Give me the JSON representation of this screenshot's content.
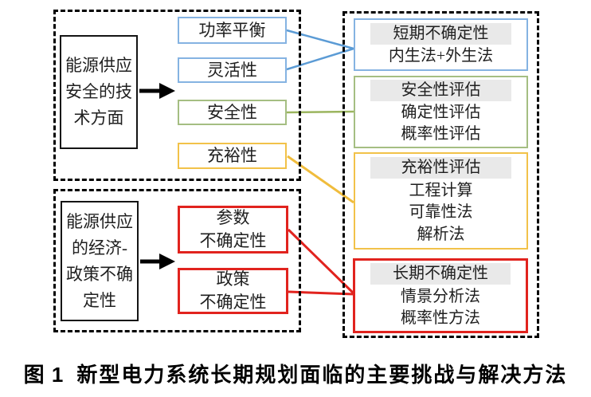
{
  "caption": {
    "label": "图 1",
    "text": "新型电力系统长期规划面临的主要挑战与解决方法"
  },
  "colors": {
    "box_blue": "#85b3e2",
    "box_green": "#a5be82",
    "box_yellow": "#f2c249",
    "box_red": "#e1231e",
    "line_blue": "#5b9bd5",
    "line_green": "#9bb55e",
    "line_yellow": "#f0bc3c",
    "line_red": "#e1231e",
    "header_highlight": "#e9e9e9",
    "frame_black": "#000000"
  },
  "left_top_group": {
    "source_box": {
      "lines": [
        "能源供应",
        "安全的技",
        "术方面"
      ]
    },
    "challenges": [
      {
        "label": "功率平衡",
        "color": "blue"
      },
      {
        "label": "灵活性",
        "color": "blue"
      },
      {
        "label": "安全性",
        "color": "green"
      },
      {
        "label": "充裕性",
        "color": "yellow"
      }
    ]
  },
  "left_bottom_group": {
    "source_box": {
      "lines": [
        "能源供应",
        "的经济-",
        "政策不确",
        "定性"
      ]
    },
    "challenges": [
      {
        "lines": [
          "参数",
          "不确定性"
        ],
        "color": "red"
      },
      {
        "lines": [
          "政策",
          "不确定性"
        ],
        "color": "red"
      }
    ]
  },
  "right_group": {
    "boxes": [
      {
        "header": "短期不确定性",
        "items": [
          "内生法+外生法"
        ],
        "color": "blue"
      },
      {
        "header": "安全性评估",
        "items": [
          "确定性评估",
          "概率性评估"
        ],
        "color": "green"
      },
      {
        "header": "充裕性评估",
        "items": [
          "工程计算",
          "可靠性法",
          "解析法"
        ],
        "color": "yellow"
      },
      {
        "header": "长期不确定性",
        "items": [
          "情景分析法",
          "概率性方法"
        ],
        "color": "red"
      }
    ]
  }
}
